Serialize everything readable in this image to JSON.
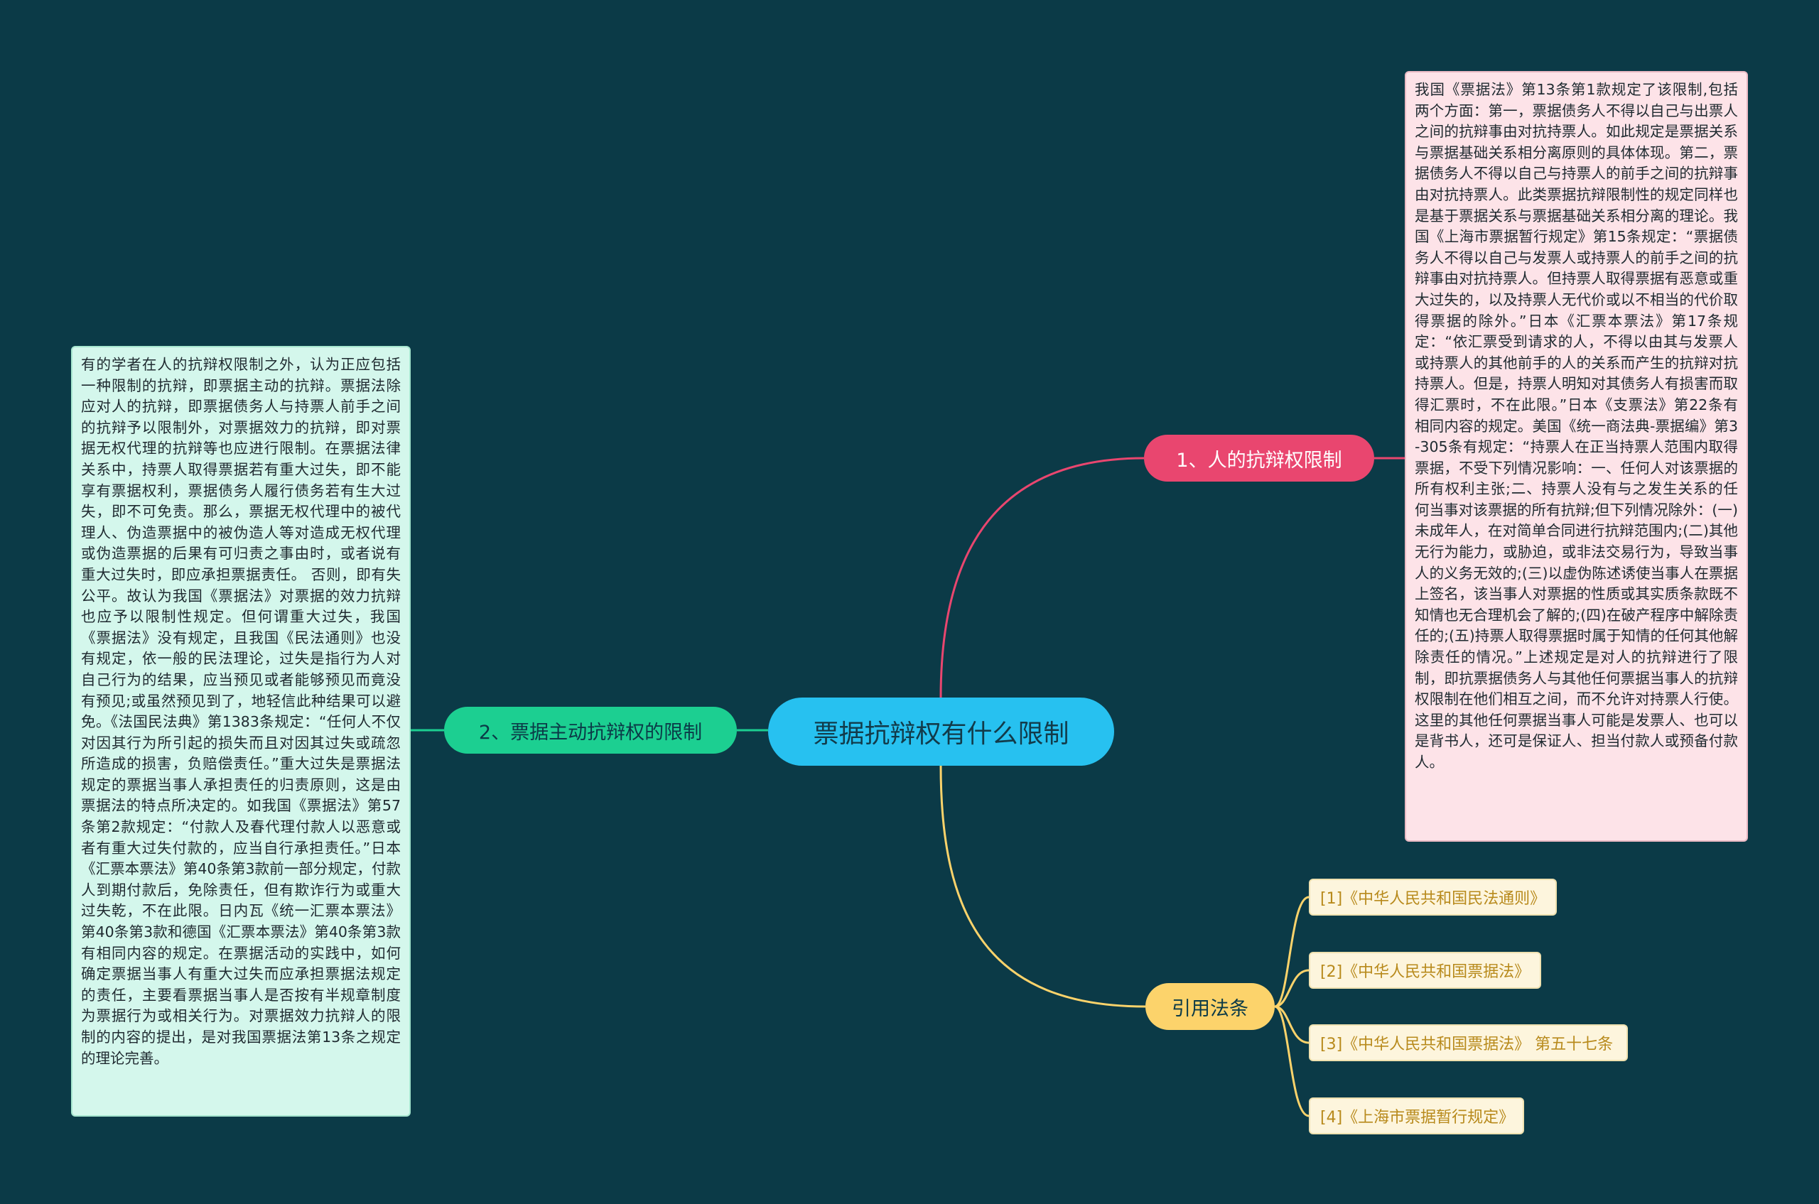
{
  "root": {
    "label": "票据抗辩权有什么限制"
  },
  "branches": {
    "personal": {
      "label": "1、人的抗辩权限制",
      "content": "我国《票据法》第13条第1款规定了该限制,包括两个方面：第一，票据债务人不得以自己与出票人之间的抗辩事由对抗持票人。如此规定是票据关系与票据基础关系相分离原则的具体体现。第二，票据债务人不得以自己与持票人的前手之间的抗辩事由对抗持票人。此类票据抗辩限制性的规定同样也是基于票据关系与票据基础关系相分离的理论。我国《上海市票据暂行规定》第15条规定：“票据债务人不得以自己与发票人或持票人的前手之间的抗辩事由对抗持票人。但持票人取得票据有恶意或重大过失的，以及持票人无代价或以不相当的代价取得票据的除外。”日本《汇票本票法》第17条规定：“依汇票受到请求的人，不得以由其与发票人或持票人的其他前手的人的关系而产生的抗辩对抗持票人。但是，持票人明知对其债务人有损害而取得汇票时，不在此限。”日本《支票法》第22条有相同内容的规定。美国《统一商法典-票据编》第3-305条有规定：“持票人在正当持票人范围内取得票据，不受下列情况影响：一、任何人对该票据的所有权利主张;二、持票人没有与之发生关系的任何当事对该票据的所有抗辩;但下列情况除外：(一)未成年人，在对简单合同进行抗辩范围内;(二)其他无行为能力，或胁迫，或非法交易行为，导致当事人的义务无效的;(三)以虚伪陈述诱使当事人在票据上签名，该当事人对票据的性质或其实质条款既不知情也无合理机会了解的;(四)在破产程序中解除责任的;(五)持票人取得票据时属于知情的任何其他解除责任的情况。”上述规定是对人的抗辩进行了限制，即抗票据债务人与其他任何票据当事人的抗辩权限制在他们相互之间，而不允许对持票人行使。这里的其他任何票据当事人可能是发票人、也可以是背书人，还可是保证人、担当付款人或预备付款人。"
    },
    "active": {
      "label": "2、票据主动抗辩权的限制",
      "content": "有的学者在人的抗辩权限制之外，认为正应包括一种限制的抗辩，即票据主动的抗辩。票据法除应对人的抗辩，即票据债务人与持票人前手之间的抗辩予以限制外，对票据效力的抗辩，即对票据无权代理的抗辩等也应进行限制。在票据法律关系中，持票人取得票据若有重大过失，即不能享有票据权利，票据债务人履行债务若有生大过失，即不可免责。那么，票据无权代理中的被代理人、伪造票据中的被伪造人等对造成无权代理或伪造票据的后果有可归责之事由时，或者说有重大过失时，即应承担票据责任。 否则，即有失公平。故认为我国《票据法》对票据的效力抗辩也应予以限制性规定。但何谓重大过失，我国《票据法》没有规定，且我国《民法通则》也没有规定，依一般的民法理论，过失是指行为人对自己行为的结果，应当预见或者能够预见而竟没有预见;或虽然预见到了，地轻信此种结果可以避免。《法国民法典》第1383条规定：“任何人不仅对因其行为所引起的损失而且对因其过失或疏忽所造成的损害，负赔偿责任。”重大过失是票据法规定的票据当事人承担责任的归责原则，这是由票据法的特点所决定的。如我国《票据法》第57条第2款规定：“付款人及春代理付款人以恶意或者有重大过失付款的，应当自行承担责任。”日本《汇票本票法》第40条第3款前一部分规定，付款人到期付款后，免除责任，但有欺诈行为或重大过失乾，不在此限。日内瓦《统一汇票本票法》第40条第3款和德国《汇票本票法》第40条第3款有相同内容的规定。在票据活动的实践中，如何确定票据当事人有重大过失而应承担票据法规定的责任，主要看票据当事人是否按有半规章制度为票据行为或相关行为。对票据效力抗辩人的限制的内容的提出，是对我国票据法第13条之规定的理论完善。"
    },
    "references": {
      "label": "引用法条",
      "items": [
        "[1]《中华人民共和国民法通则》",
        "[2]《中华人民共和国票据法》",
        "[3]《中华人民共和国票据法》 第五十七条",
        "[4]《上海市票据暂行规定》"
      ]
    }
  },
  "colors": {
    "background": "#0b3a47",
    "root": "#27c1f0",
    "personal": "#e9466f",
    "active": "#1ccf91",
    "references": "#fcd36b"
  }
}
